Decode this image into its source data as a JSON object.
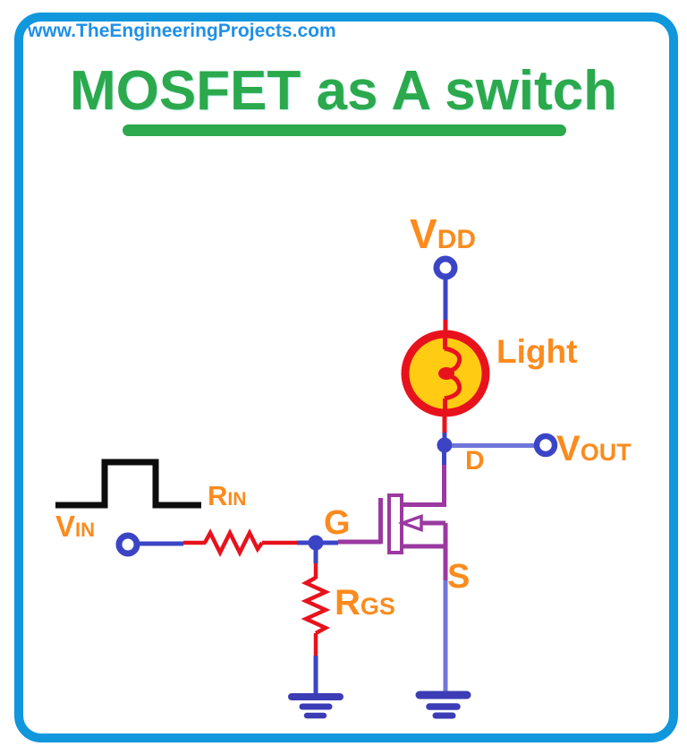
{
  "page": {
    "watermark": "www.TheEngineeringProjects.com",
    "title": "MOSFET as A switch"
  },
  "circuit": {
    "supply_label": {
      "main": "V",
      "sub": "DD"
    },
    "light_label": "Light",
    "output_label": {
      "main": "V",
      "sub": "OUT"
    },
    "drain_label": "D",
    "gate_label": "G",
    "source_label": "S",
    "input_resistor_label": {
      "main": "R",
      "sub": "IN"
    },
    "gate_source_resistor_label": {
      "main": "R",
      "sub": "GS"
    },
    "input_label": {
      "main": "V",
      "sub": "IN"
    }
  },
  "colors": {
    "frame-blue": "#1097DC",
    "watermark-blue": "#1F90E8",
    "title-green": "#2BA94C",
    "label-orange": "#FB8B1E",
    "wire-red": "#E8121D",
    "wire-blue": "#3C44C6",
    "wire-periwinkle": "#6E76DA",
    "mosfet-purple": "#9A39A0",
    "ground-blue": "#3C3CB6",
    "pulse-black": "#0D0D0D",
    "bulb-yellow": "#FFCB13"
  }
}
